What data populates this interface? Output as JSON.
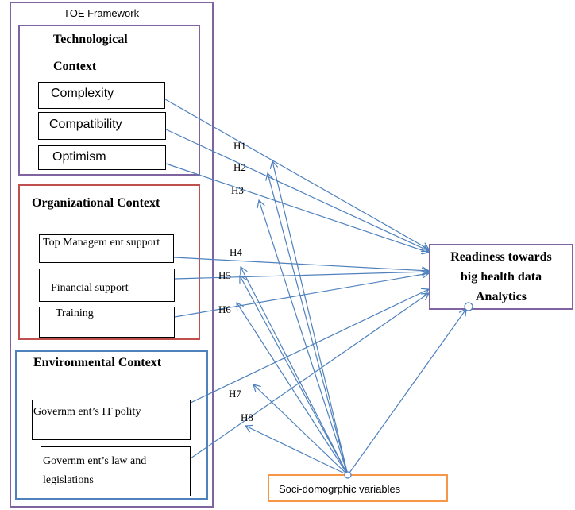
{
  "framework": {
    "title": "TOE Framework",
    "technological": {
      "title_line1": "Technological",
      "title_line2": "Context",
      "items": [
        "Complexity",
        "Compatibility",
        "Optimism"
      ]
    },
    "organizational": {
      "title": "Organizational Context",
      "items": [
        "Top Managem ent support",
        "Financial support",
        "Training"
      ]
    },
    "environmental": {
      "title": "Environmental Context",
      "items": [
        "Governm ent’s IT polity",
        "Governm ent’s law and legislations"
      ]
    }
  },
  "outcome": {
    "line1": "Readiness towards",
    "line2": "big health data",
    "line3": "Analytics"
  },
  "moderator": {
    "label": "Soci-domogrphic variables"
  },
  "hypotheses": [
    "H1",
    "H2",
    "H3",
    "H4",
    "H5",
    "H6",
    "H7",
    "H8"
  ],
  "colors": {
    "framework_border": "#8064a2",
    "technological_border": "#8064a2",
    "organizational_border": "#c0504d",
    "environmental_border": "#4f81bd",
    "outcome_border": "#8064a2",
    "moderator_border": "#f79646",
    "arrow": "#4f81bd"
  }
}
